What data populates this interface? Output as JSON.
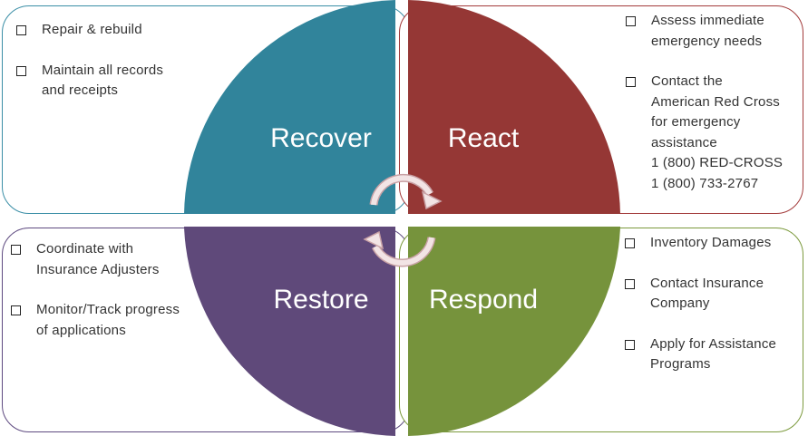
{
  "colors": {
    "recover": "#31849b",
    "react": "#953735",
    "restore": "#5f497a",
    "respond": "#76933c",
    "arrows": "#e2c7c9"
  },
  "quadrants": {
    "recover": {
      "title": "Recover",
      "items": [
        {
          "lines": [
            "Repair & rebuild"
          ]
        },
        {
          "lines": [
            "Maintain all records",
            "and receipts"
          ]
        }
      ]
    },
    "react": {
      "title": "React",
      "items": [
        {
          "lines": [
            "Assess immediate",
            "emergency needs"
          ]
        },
        {
          "lines": [
            "Contact the",
            "American Red Cross",
            "for emergency",
            "assistance",
            "1 (800) RED-CROSS",
            "1 (800) 733-2767"
          ]
        }
      ]
    },
    "restore": {
      "title": "Restore",
      "items": [
        {
          "lines": [
            "Coordinate with",
            "Insurance Adjusters"
          ]
        },
        {
          "lines": [
            "Monitor/Track progress",
            "of applications"
          ]
        }
      ]
    },
    "respond": {
      "title": "Respond",
      "items": [
        {
          "lines": [
            "Inventory Damages"
          ]
        },
        {
          "lines": [
            "Contact Insurance",
            "Company"
          ]
        },
        {
          "lines": [
            "Apply for Assistance",
            "Programs"
          ]
        }
      ]
    }
  },
  "center_icon": "cycle-arrows-icon"
}
